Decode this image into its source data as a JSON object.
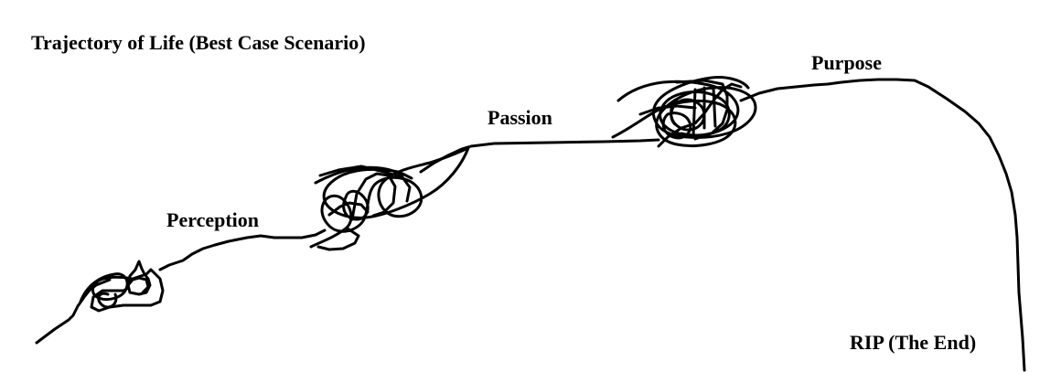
{
  "title": "Trajectory of Life (Best Case Scenario)",
  "stages": {
    "perception": "Perception",
    "passion": "Passion",
    "purpose": "Purpose",
    "end": "RIP (The End)"
  },
  "colors": {
    "ink": "#000000",
    "background": "#ffffff"
  }
}
